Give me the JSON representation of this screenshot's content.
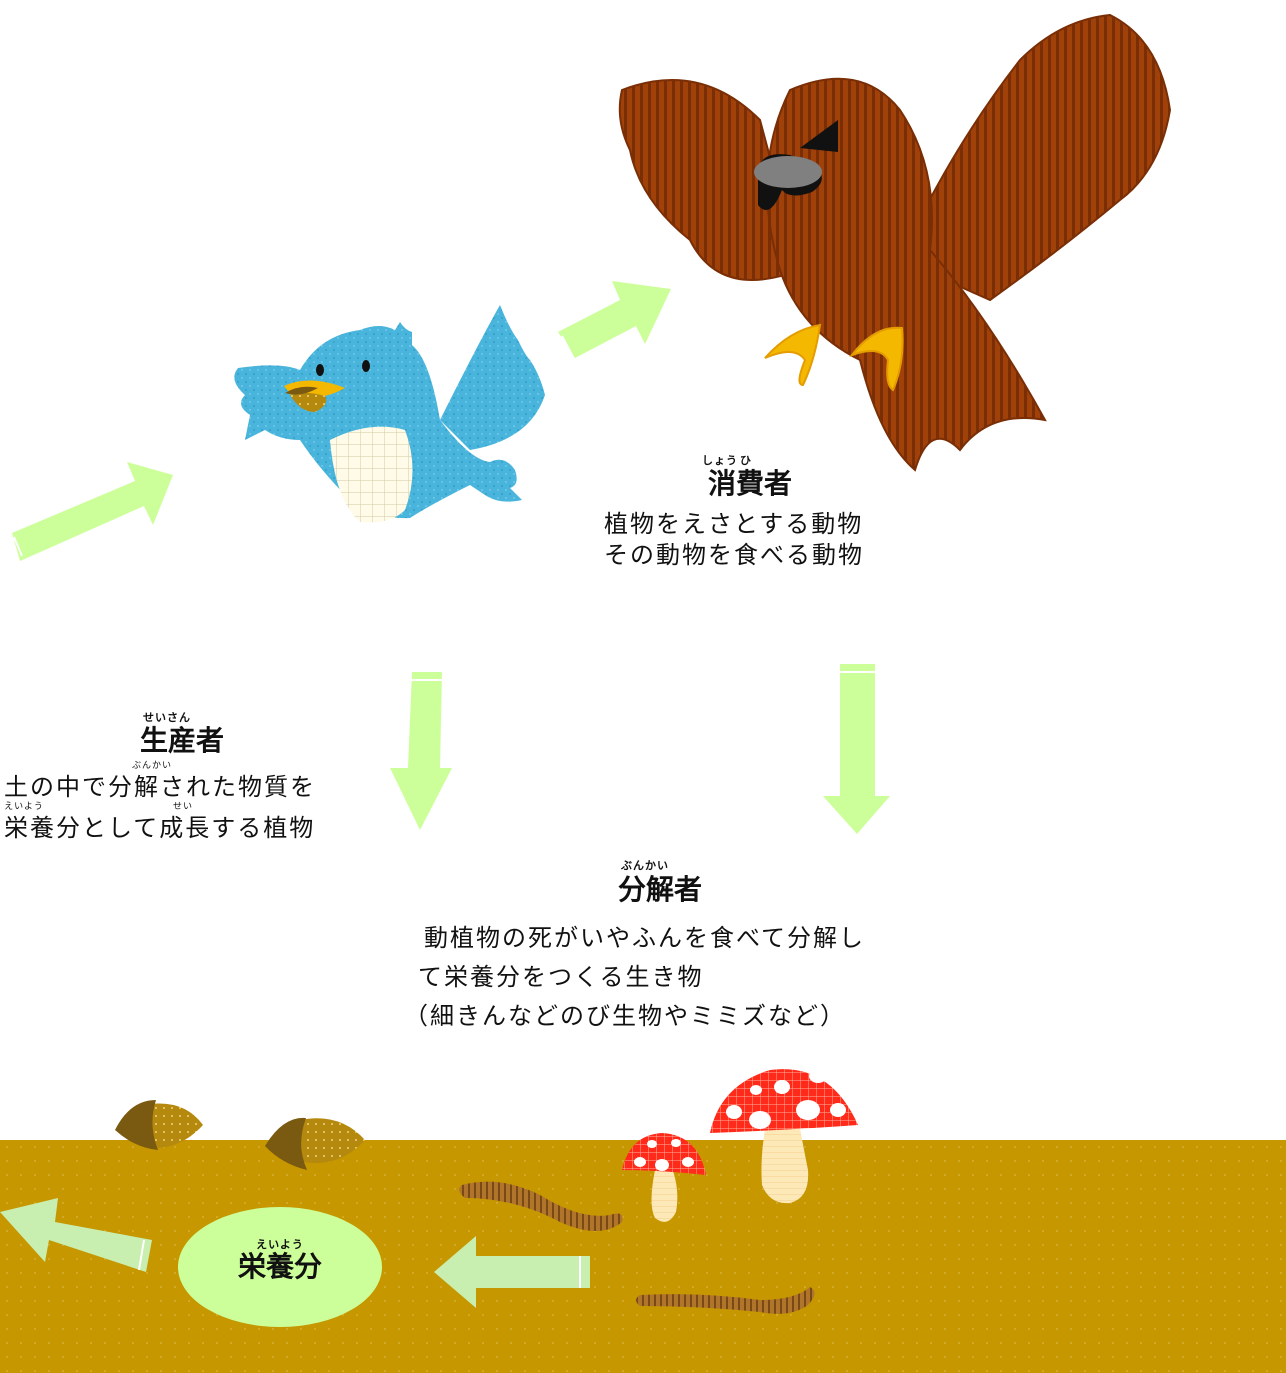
{
  "consumer": {
    "title": "消費者",
    "ruby_shou": "しょう",
    "ruby_hi": "ひ",
    "lines": [
      "植物をえさとする動物",
      "その動物を食べる動物"
    ]
  },
  "producer": {
    "title": "生産者",
    "ruby": "せいさん",
    "lines": [
      "土の中で分解された物質を",
      "栄養分として成長する植物"
    ],
    "ruby_bunkai": "ぶんかい",
    "ruby_eiyou": "えいよう",
    "ruby_sei": "せい"
  },
  "decomposer": {
    "title": "分解者",
    "ruby": "ぶんかい",
    "lines": [
      "動植物の死がいやふんを食べて分解し",
      "て栄養分をつくる生き物",
      "（細きんなどのび生物やミミズなど）"
    ]
  },
  "nutrient": {
    "title": "栄養分",
    "ruby": "えいよう"
  },
  "colors": {
    "arrow": "#ccff99",
    "soil": "#c79700",
    "hawk": "#a0410a",
    "bird": "#4ab5dc",
    "mushroom": "#ff2a1a"
  },
  "icons": [
    "hawk-icon",
    "bluebird-icon",
    "acorn-icon",
    "mushroom-icon",
    "earthworm-icon",
    "arrow-icon"
  ]
}
